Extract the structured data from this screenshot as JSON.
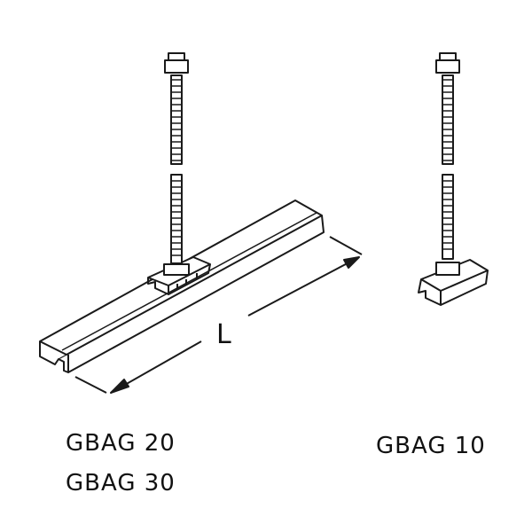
{
  "dimension_label": "L",
  "labels": {
    "left_top": "GBAG 20",
    "left_bottom": "GBAG 30",
    "right": "GBAG 10"
  },
  "colors": {
    "line": "#1a1a1a",
    "background": "#ffffff"
  }
}
